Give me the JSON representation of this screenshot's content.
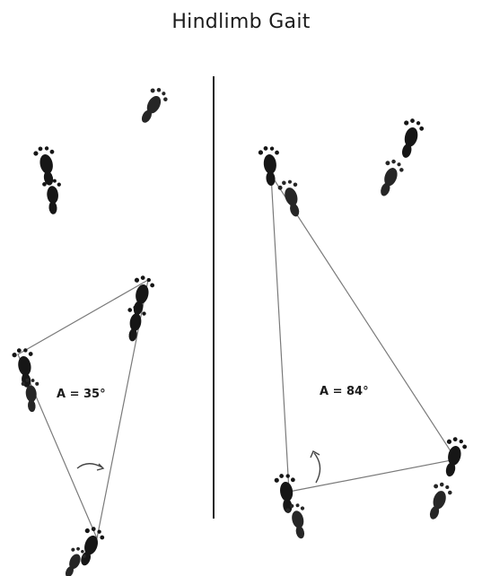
{
  "title": "Hindlimb Gait",
  "panels": [
    {
      "id": "left",
      "angle_label": "A = 35°",
      "angle_degrees": 35
    },
    {
      "id": "right",
      "angle_label": "A = 84°",
      "angle_degrees": 84
    }
  ],
  "colors": {
    "ink": "#161616",
    "line": "#7a7a7a",
    "divider": "#222222"
  }
}
